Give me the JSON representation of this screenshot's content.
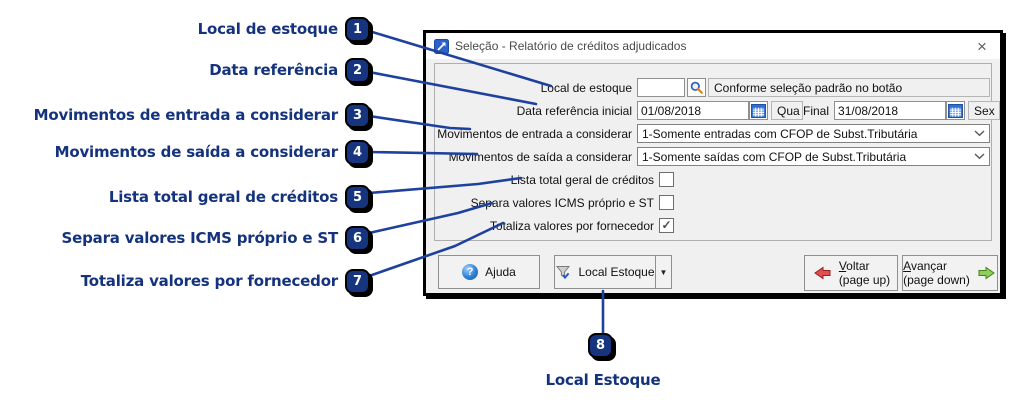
{
  "annotations": {
    "accent_color": "#16357e",
    "line_color": "#1e419e",
    "items": [
      {
        "num": "1",
        "label": "Local de estoque"
      },
      {
        "num": "2",
        "label": "Data referência"
      },
      {
        "num": "3",
        "label": "Movimentos de entrada a considerar"
      },
      {
        "num": "4",
        "label": "Movimentos de saída a considerar"
      },
      {
        "num": "5",
        "label": "Lista total geral de créditos"
      },
      {
        "num": "6",
        "label": "Separa valores ICMS próprio e ST"
      },
      {
        "num": "7",
        "label": "Totaliza valores por fornecedor"
      },
      {
        "num": "8",
        "label": "Local Estoque"
      }
    ]
  },
  "dialog": {
    "title": "Seleção - Relatório de créditos adjudicados",
    "close_glyph": "×",
    "fields": {
      "local_estoque": {
        "label": "Local de estoque",
        "value": "",
        "note": "Conforme seleção padrão no botão"
      },
      "data_referencia": {
        "label": "Data referência inicial",
        "inicial": "01/08/2018",
        "inicial_dow": "Qua",
        "final_label": "Final",
        "final": "31/08/2018",
        "final_dow": "Sex"
      },
      "mov_entrada": {
        "label": "Movimentos de entrada a considerar",
        "value": "1-Somente entradas com CFOP de Subst.Tributária"
      },
      "mov_saida": {
        "label": "Movimentos de saída a considerar",
        "value": "1-Somente saídas com CFOP de Subst.Tributária"
      },
      "checks": [
        {
          "label": "Lista total geral de créditos",
          "checked": false,
          "mark": ""
        },
        {
          "label": "Separa valores ICMS próprio e ST",
          "checked": false,
          "mark": ""
        },
        {
          "label": "Totaliza valores por fornecedor",
          "checked": true,
          "mark": "✓"
        }
      ]
    },
    "buttons": {
      "ajuda": {
        "pre": "A",
        "key": "j",
        "post": "uda"
      },
      "local_estoque": {
        "label": "Local Estoque",
        "arrow": "▼"
      },
      "voltar": {
        "pre": "",
        "key": "V",
        "post": "oltar",
        "sub": "(page up)"
      },
      "avancar": {
        "pre": "",
        "key": "A",
        "post": "vançar",
        "sub": "(page down)"
      }
    }
  }
}
